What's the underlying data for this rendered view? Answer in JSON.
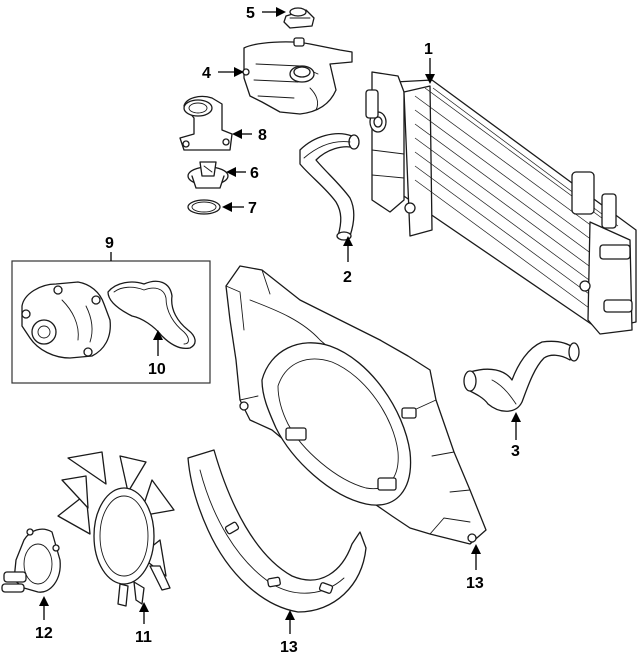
{
  "diagram": {
    "callouts": [
      {
        "id": "1",
        "label": "1"
      },
      {
        "id": "2",
        "label": "2"
      },
      {
        "id": "3",
        "label": "3"
      },
      {
        "id": "4",
        "label": "4"
      },
      {
        "id": "5",
        "label": "5"
      },
      {
        "id": "6",
        "label": "6"
      },
      {
        "id": "7",
        "label": "7"
      },
      {
        "id": "8",
        "label": "8"
      },
      {
        "id": "9",
        "label": "9"
      },
      {
        "id": "10",
        "label": "10"
      },
      {
        "id": "11",
        "label": "11"
      },
      {
        "id": "12",
        "label": "12"
      },
      {
        "id": "13a",
        "label": "13"
      },
      {
        "id": "13b",
        "label": "13"
      }
    ]
  }
}
